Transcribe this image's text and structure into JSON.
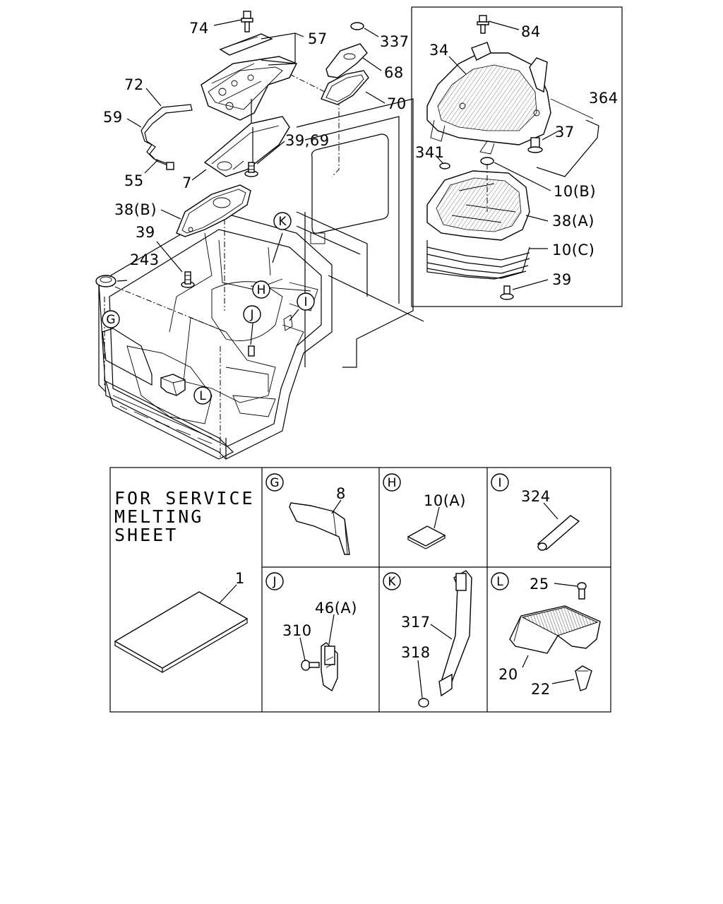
{
  "callouts": {
    "c74": "74",
    "c57": "57",
    "c337": "337",
    "c68": "68",
    "c70": "70",
    "c72": "72",
    "c59": "59",
    "c55": "55",
    "c7": "7",
    "c3969": "39,69",
    "c38b": "38(B)",
    "c39a": "39",
    "c243": "243",
    "c84": "84",
    "c34": "34",
    "c364": "364",
    "c37": "37",
    "c341": "341",
    "c10b": "10(B)",
    "c38a": "38(A)",
    "c10c": "10(C)",
    "c39b": "39"
  },
  "markers": {
    "G": "G",
    "H": "H",
    "I": "I",
    "J": "J",
    "K": "K",
    "L": "L"
  },
  "service_note": {
    "line1": "FOR SERVICE",
    "line2": "MELTING",
    "line3": "SHEET"
  },
  "detail_labels": {
    "d1": "1",
    "d8": "8",
    "d10a": "10(A)",
    "d324": "324",
    "d46a": "46(A)",
    "d310": "310",
    "d317": "317",
    "d318": "318",
    "d25": "25",
    "d20": "20",
    "d22": "22"
  }
}
